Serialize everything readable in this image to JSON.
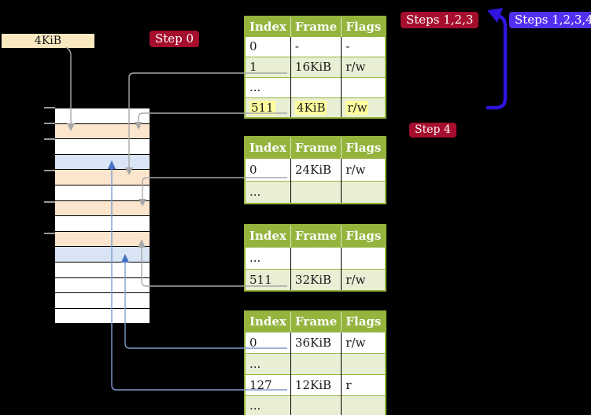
{
  "cr3_box": "4KiB",
  "badges": {
    "step0": "Step 0",
    "steps123": "Steps 1,2,3",
    "steps1234": "Steps 1,2,3,4",
    "step4": "Step 4"
  },
  "tables": [
    {
      "headers": [
        "Index",
        "Frame",
        "Flags"
      ],
      "rows": [
        {
          "cells": [
            "0",
            "-",
            "-"
          ],
          "shaded": false,
          "highlight": false
        },
        {
          "cells": [
            "1",
            "16KiB",
            "r/w"
          ],
          "shaded": true,
          "highlight": false
        },
        {
          "cells": [
            "...",
            "",
            ""
          ],
          "shaded": false,
          "highlight": false
        },
        {
          "cells": [
            "511",
            "4KiB",
            "r/w"
          ],
          "shaded": true,
          "highlight": true
        }
      ]
    },
    {
      "headers": [
        "Index",
        "Frame",
        "Flags"
      ],
      "rows": [
        {
          "cells": [
            "0",
            "24KiB",
            "r/w"
          ],
          "shaded": false,
          "highlight": false
        },
        {
          "cells": [
            "...",
            "",
            ""
          ],
          "shaded": true,
          "highlight": false
        }
      ]
    },
    {
      "headers": [
        "Index",
        "Frame",
        "Flags"
      ],
      "rows": [
        {
          "cells": [
            "...",
            "",
            ""
          ],
          "shaded": false,
          "highlight": false
        },
        {
          "cells": [
            "511",
            "32KiB",
            "r/w"
          ],
          "shaded": true,
          "highlight": false
        }
      ]
    },
    {
      "headers": [
        "Index",
        "Frame",
        "Flags"
      ],
      "rows": [
        {
          "cells": [
            "0",
            "36KiB",
            "r/w"
          ],
          "shaded": false,
          "highlight": false
        },
        {
          "cells": [
            "...",
            "",
            ""
          ],
          "shaded": true,
          "highlight": false
        },
        {
          "cells": [
            "127",
            "12KiB",
            "r"
          ],
          "shaded": false,
          "highlight": false
        },
        {
          "cells": [
            "...",
            "",
            ""
          ],
          "shaded": true,
          "highlight": false
        }
      ]
    }
  ],
  "memory": {
    "rows": [
      "frame",
      "table",
      "frame",
      "page",
      "table",
      "frame",
      "table",
      "frame",
      "table",
      "page",
      "frame",
      "frame",
      "frame",
      "frame"
    ]
  },
  "colors": {
    "table-green": "#94b43d",
    "row-green": "#e9efd5",
    "peach": "#fce5cd",
    "page-blue": "#d9e4f4",
    "wheat": "#fae8c1",
    "badge-red": "#a50e2d",
    "badge-blue": "#5330f0",
    "accent-blue": "#2f14dd",
    "conn-blue": "#7e9cd2",
    "arrow-blue": "#4472c4",
    "gray": "#a8a8a8",
    "highlight": "#ffff9e",
    "tick-gray": "#999999",
    "frame-white": "#ffffff"
  }
}
